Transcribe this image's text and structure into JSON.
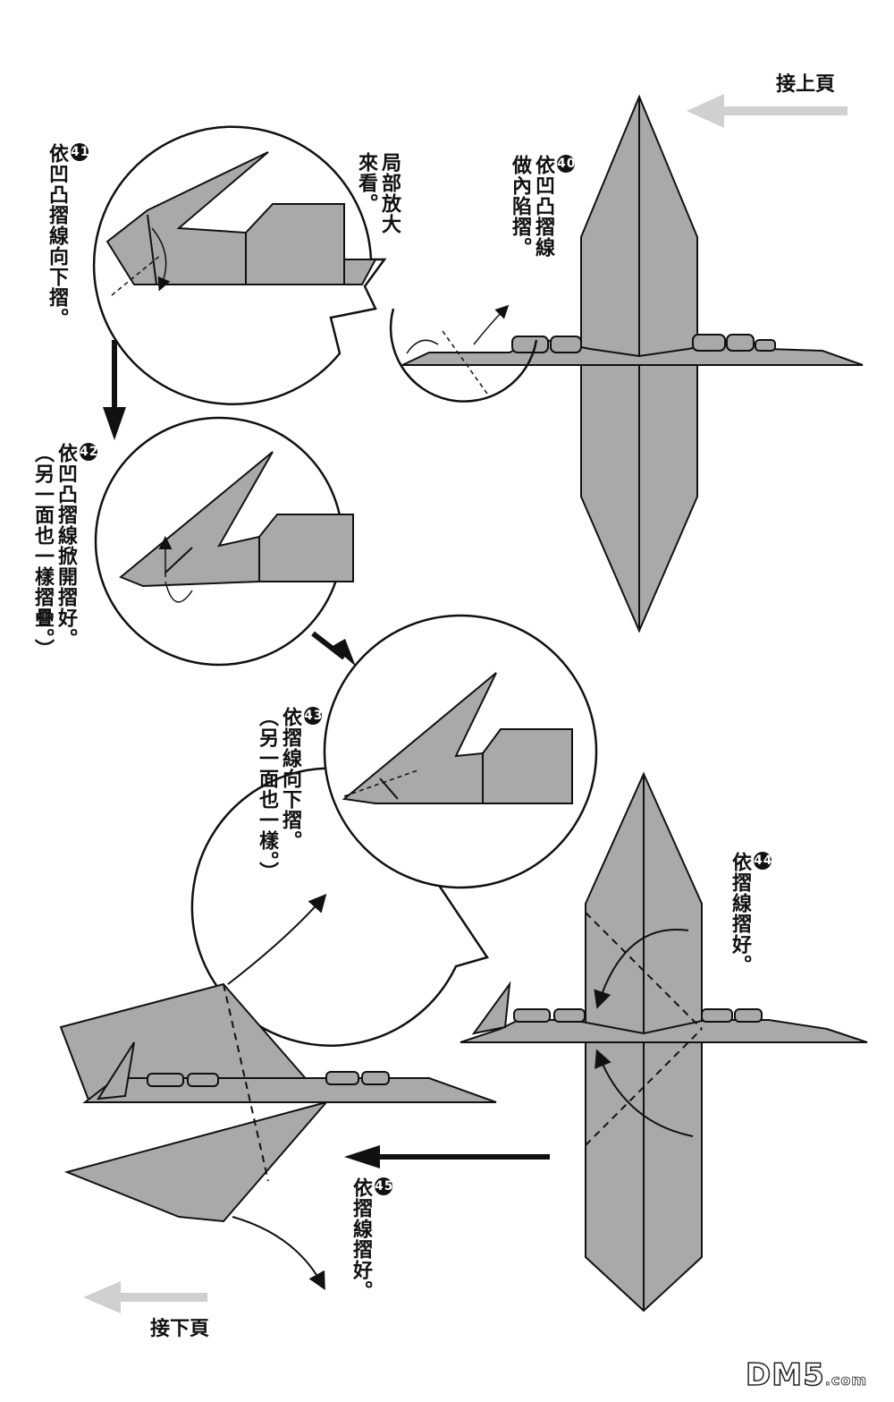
{
  "nav": {
    "prev_page": "接上頁",
    "next_page": "接下頁"
  },
  "steps": [
    {
      "number": "41",
      "lines": [
        "依凹凸摺線向下摺。"
      ]
    },
    {
      "number": "",
      "lines": [
        "局部放大",
        "來看。"
      ]
    },
    {
      "number": "40",
      "lines": [
        "依凹凸摺線",
        "做內陷摺。"
      ]
    },
    {
      "number": "42",
      "lines": [
        "依凹凸摺線掀開摺好。",
        "（另一面也一樣摺疊。）"
      ]
    },
    {
      "number": "43",
      "lines": [
        "依摺線向下摺。",
        "（另一面也一樣。）"
      ]
    },
    {
      "number": "44",
      "lines": [
        "依摺線摺好。"
      ]
    },
    {
      "number": "45",
      "lines": [
        "依摺線摺好。"
      ]
    }
  ],
  "watermark": {
    "main": "DM5",
    "suffix": ".com"
  },
  "colors": {
    "paper_fill": "#a9a9a9",
    "ink": "#111111",
    "ghost_arrow": "#d0d0d0"
  }
}
